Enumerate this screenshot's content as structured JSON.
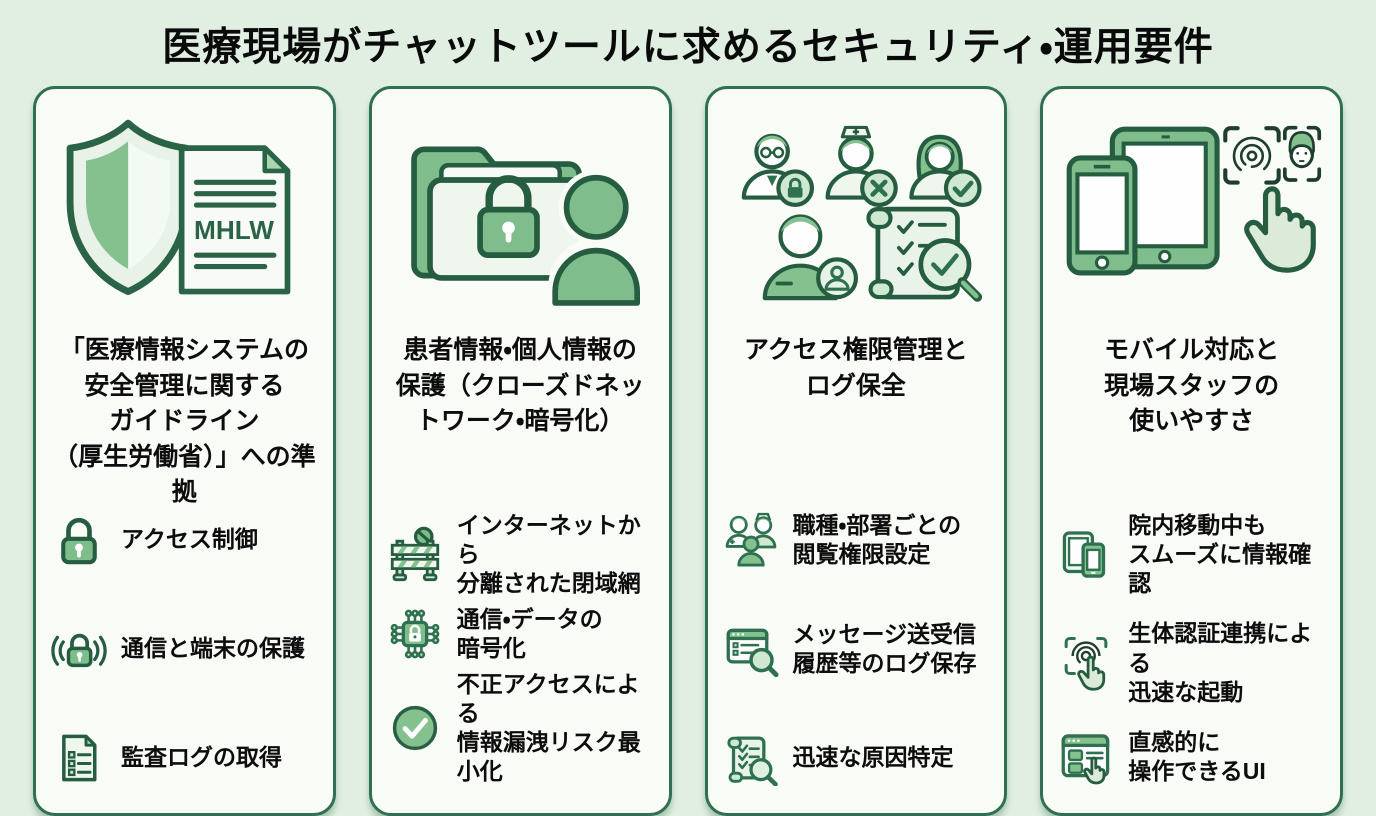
{
  "page": {
    "title": "医療現場がチャットツールに求めるセキュリティ・運用要件"
  },
  "colors": {
    "page_background": "#e1efe2",
    "card_background": "#f9fbf7",
    "card_border": "#2e7050",
    "icon_stroke": "#265d40",
    "icon_green": "#7fbe8c",
    "icon_light_green": "#cfe8d2",
    "text": "#0d0d0d"
  },
  "cards": [
    {
      "hero": "shield-with-mhlw-document",
      "hero_label": "MHLW",
      "title": "「医療情報システムの\n安全管理に関する\nガイドライン\n（厚生労働省）」への準拠",
      "items": [
        {
          "icon": "lock-icon",
          "label": "アクセス制御"
        },
        {
          "icon": "wireless-lock-icon",
          "label": "通信と端末の保護"
        },
        {
          "icon": "audit-log-icon",
          "label": "監査ログの取得"
        }
      ]
    },
    {
      "hero": "locked-folder-person",
      "title": "患者情報・個人情報の\n保護（クローズドネッ\nトワーク・暗号化）",
      "items": [
        {
          "icon": "barrier-icon",
          "label": "インターネットから\n分離された閉域網"
        },
        {
          "icon": "chip-lock-icon",
          "label": "通信・データの\n暗号化"
        },
        {
          "icon": "check-circle-icon",
          "label": "不正アクセスによる\n情報漏洩リスク最小化"
        }
      ]
    },
    {
      "hero": "staff-permissions-and-log",
      "title": "アクセス権限管理と\nログ保全",
      "items": [
        {
          "icon": "staff-pair-icon",
          "label": "職種・部署ごとの\n閲覧権限設定"
        },
        {
          "icon": "log-search-icon",
          "label": "メッセージ送受信\n履歴等のログ保存"
        },
        {
          "icon": "scroll-search-icon",
          "label": "迅速な原因特定"
        }
      ]
    },
    {
      "hero": "mobile-devices-biometrics",
      "title": "モバイル対応と\n現場スタッフの\n使いやすさ",
      "items": [
        {
          "icon": "devices-icon",
          "label": "院内移動中も\nスムーズに情報確認"
        },
        {
          "icon": "biometric-touch-icon",
          "label": "生体認証連携による\n迅速な起動"
        },
        {
          "icon": "ui-hand-icon",
          "label": "直感的に\n操作できるUI"
        }
      ]
    }
  ]
}
